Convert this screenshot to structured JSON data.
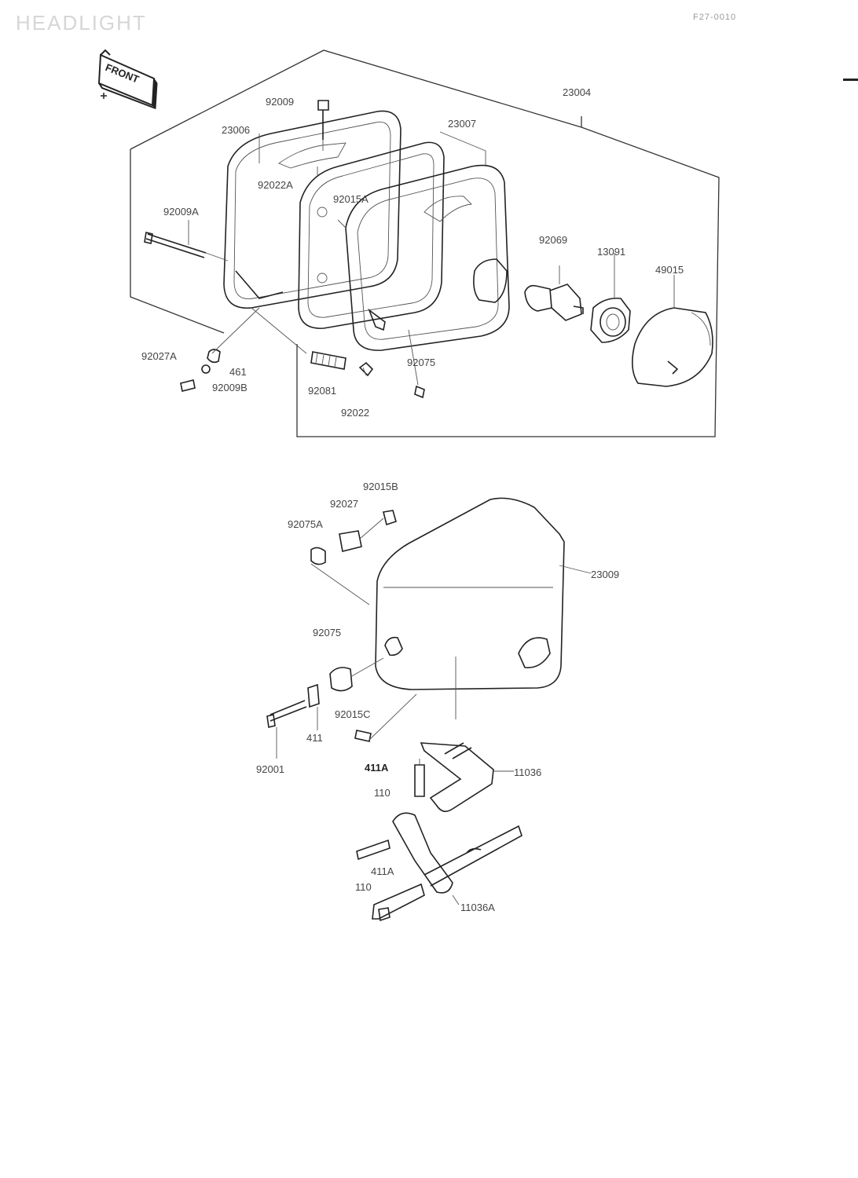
{
  "header": {
    "title": "HEADLIGHT",
    "code": "F27-0010"
  },
  "front_badge": {
    "label": "FRONT"
  },
  "callouts": {
    "p23004": "23004",
    "p23006": "23006",
    "p23007": "23007",
    "p92009": "92009",
    "p92022A": "92022A",
    "p92015A": "92015A",
    "p92009A": "92009A",
    "p92069": "92069",
    "p13091": "13091",
    "p49015": "49015",
    "p92027A": "92027A",
    "p461": "461",
    "p92009B": "92009B",
    "p92081": "92081",
    "p92022": "92022",
    "p92075": "92075",
    "p92015B": "92015B",
    "p92027": "92027",
    "p92075A": "92075A",
    "p23009": "23009",
    "p92075b": "92075",
    "p92015C": "92015C",
    "p411": "411",
    "p92001": "92001",
    "p411A": "411A",
    "p110": "110",
    "p11036": "11036",
    "p411Ab": "411A",
    "p110b": "110",
    "p11036A": "11036A"
  },
  "colors": {
    "ink": "#333333",
    "title_gray": "#d6d6d6",
    "paper": "#ffffff"
  }
}
